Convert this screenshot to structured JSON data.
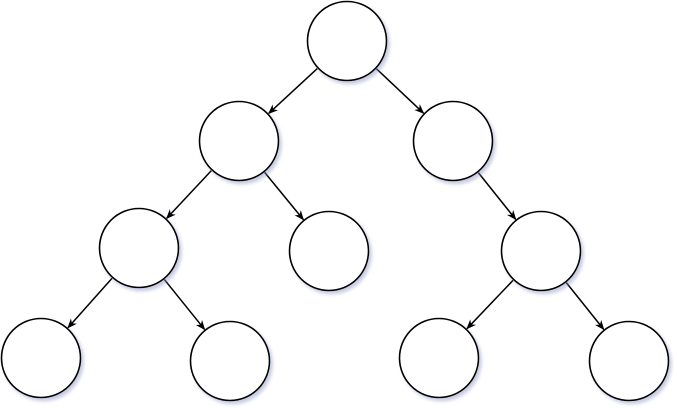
{
  "diagram": {
    "type": "binary-tree",
    "node_labels_visible": false,
    "nodes": [
      "n1",
      "n2",
      "n3",
      "n4",
      "n5",
      "n6",
      "n7",
      "n8",
      "n9",
      "n10"
    ],
    "edges": [
      [
        "n1",
        "n2"
      ],
      [
        "n1",
        "n3"
      ],
      [
        "n2",
        "n4"
      ],
      [
        "n2",
        "n5"
      ],
      [
        "n3",
        "n6"
      ],
      [
        "n4",
        "n7"
      ],
      [
        "n4",
        "n8"
      ],
      [
        "n6",
        "n9"
      ],
      [
        "n6",
        "n10"
      ]
    ],
    "colors": {
      "stroke": "#000000",
      "fill": "#ffffff",
      "shadow": "#b8bcd8"
    }
  }
}
